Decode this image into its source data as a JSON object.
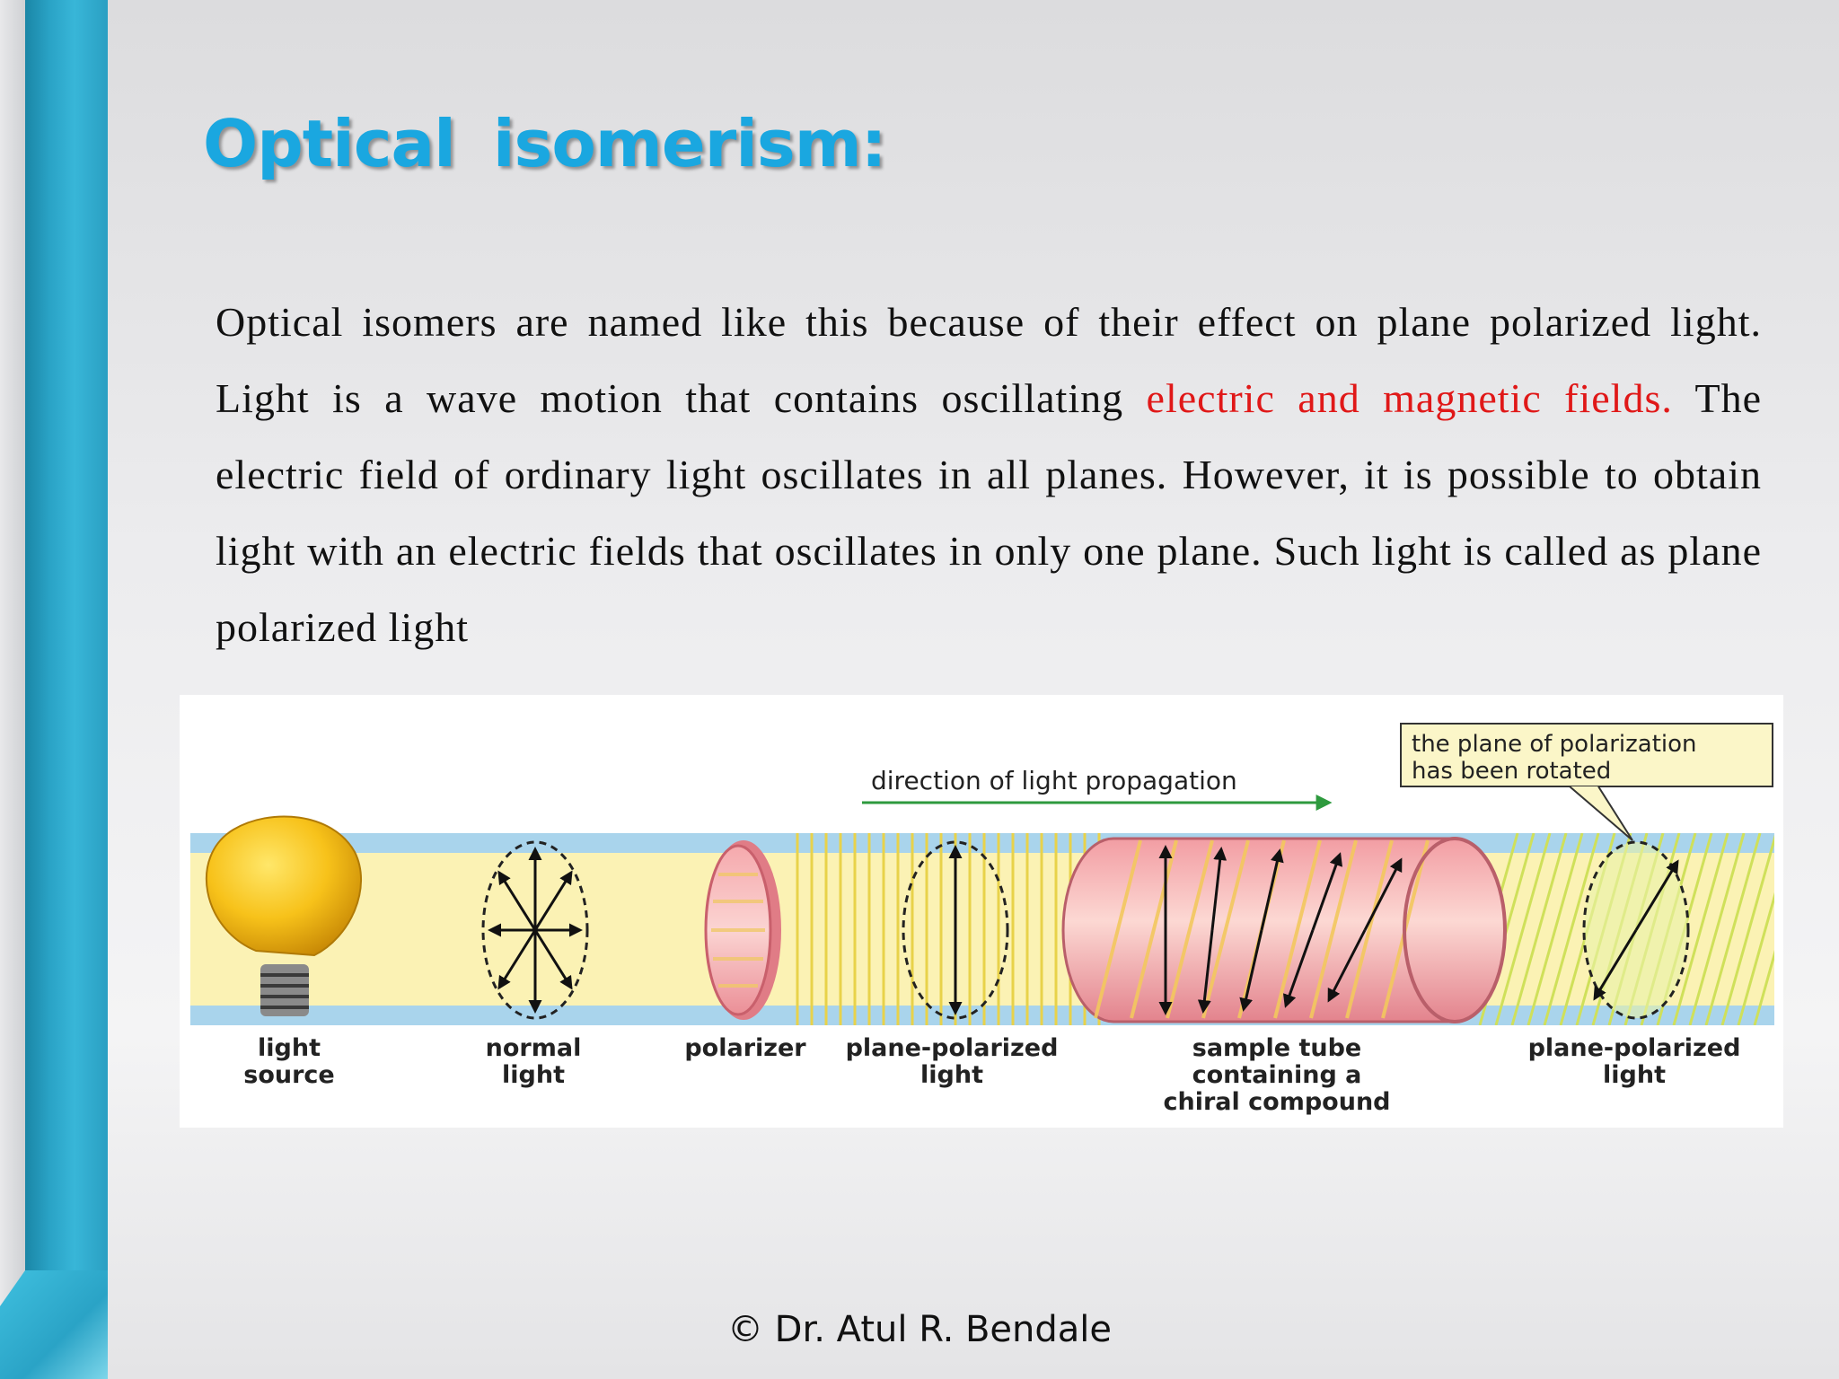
{
  "slide": {
    "title": "Optical  isomerism:",
    "paragraph": {
      "part1": "Optical isomers are named like this because of their effect on plane polarized light. Light is a wave motion that contains oscillating ",
      "highlight": "electric and magnetic fields.",
      "part2": " The electric field of ordinary light oscillates in all planes. However, it is possible to obtain light with an electric fields that oscillates in only one plane. Such light is called as plane polarized  light"
    },
    "copyright": "© Dr. Atul R. Bendale",
    "colors": {
      "title": "#1aa7e0",
      "highlight": "#e01818",
      "sidebar": "#2aa3c6",
      "beam": "#a9d4ec",
      "beam_core": "#fbf2b4"
    }
  },
  "figure": {
    "direction_label": "direction of light propagation",
    "callout": [
      "the plane of polarization",
      "has been rotated"
    ],
    "labels": {
      "light_source": [
        "light",
        "source"
      ],
      "normal_light": [
        "normal",
        "light"
      ],
      "polarizer": [
        "polarizer"
      ],
      "plane_polarized_1": [
        "plane-polarized",
        "light"
      ],
      "sample_tube": [
        "sample tube",
        "containing a",
        "chiral compound"
      ],
      "plane_polarized_2": [
        "plane-polarized",
        "light"
      ]
    }
  }
}
